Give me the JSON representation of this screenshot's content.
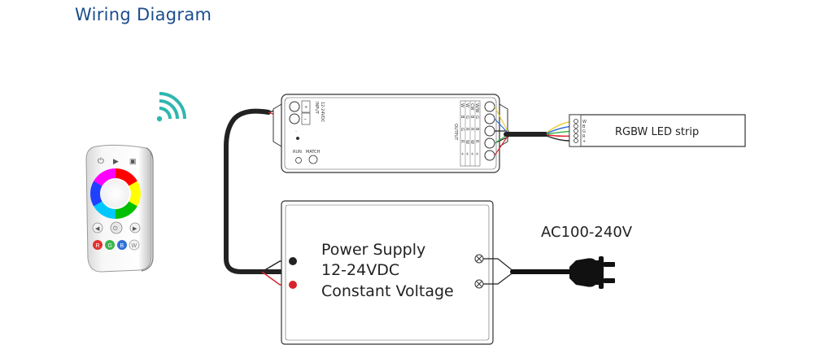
{
  "title": "Wiring Diagram",
  "controller": {
    "input_label": "INPUT",
    "input_voltage": "12-24VDC",
    "plus": "+",
    "minus": "−",
    "run_label": "RUN",
    "match_label": "MATCH",
    "output_label": "OUTPUT",
    "output_rows": [
      [
        "W",
        "W",
        "CW",
        "W/W"
      ],
      [
        "B",
        "G",
        "B",
        "G"
      ],
      [
        "G",
        "R",
        "R",
        "B"
      ],
      [
        "R",
        "W",
        "W",
        "R"
      ],
      [
        "+",
        "+",
        "+",
        "+"
      ]
    ]
  },
  "led_strip": {
    "label": "RGBW LED strip",
    "pins": [
      "W",
      "B",
      "G",
      "R",
      "+"
    ]
  },
  "power_supply": {
    "line1": "Power Supply",
    "line2": "12-24VDC",
    "line3": "Constant Voltage"
  },
  "ac_label": "AC100-240V",
  "colors": {
    "title": "#1c4d8c",
    "signal": "#2fb6b0",
    "wire_red": "#d8232a",
    "wire_black": "#222222",
    "wire_green": "#3cb54a",
    "wire_blue": "#2f6fd6",
    "wire_yellow": "#e8cf3a"
  },
  "remote": {
    "buttons": [
      "R",
      "G",
      "B",
      "W"
    ]
  }
}
